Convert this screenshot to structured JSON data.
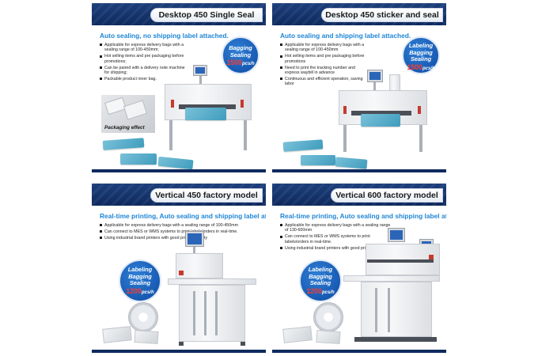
{
  "panels": [
    {
      "title": "Desktop 450 Single Seal",
      "subtitle": "Auto sealing, no shipping label attached.",
      "bullets": [
        "Applicable for express delivery bags with a sealing range of 100-450mm;",
        "Hot selling items and pre packaging before promotions;",
        "Can be paired with a delivery note machine for shipping;",
        "Packable product inner bag."
      ],
      "photo_caption": "Packaging effect",
      "badge": {
        "lines": [
          "Bagging",
          "Sealing"
        ],
        "number": "1500",
        "unit": "pcs/h"
      }
    },
    {
      "title": "Desktop 450 sticker and seal",
      "subtitle": "Auto sealing and shipping label attached.",
      "bullets": [
        "Applicable for express delivery bags with a sealing range of 100-450mm",
        "Hot selling items and pre packaging before promotions",
        "Need to print the tracking number and express waybill in advance",
        "Continuous and efficient operation, saving labor"
      ],
      "badge": {
        "lines": [
          "Labeling",
          "Bagging",
          "Sealing"
        ],
        "number": "1500",
        "unit": "pcs/h"
      }
    },
    {
      "title": "Vertical 450 factory model",
      "subtitle": "Real-time printing, Auto sealing and shipping label attached.",
      "bullets": [
        "Applicable for express delivery bags with a sealing range of 100-450mm",
        "Can connect to MES or WMS systems to print labels/orders in real-time.",
        "Using industrial brand printers with good printing quality"
      ],
      "badge": {
        "lines": [
          "Labeling",
          "Bagging",
          "Sealing"
        ],
        "number": "1200",
        "unit": "pcs/h"
      }
    },
    {
      "title": "Vertical 600 factory model",
      "subtitle": "Real-time printing, Auto sealing and shipping label attached.",
      "bullets": [
        "Applicable for express delivery bags with a sealing range of 130-600mm",
        "Can connect to MES or WMS systems to print labels/orders in real-time.",
        "Using industrial brand printers with good printing quality"
      ],
      "badge": {
        "lines": [
          "Labeling",
          "Bagging",
          "Sealing"
        ],
        "number": "1200",
        "unit": "pcs/h"
      }
    }
  ]
}
